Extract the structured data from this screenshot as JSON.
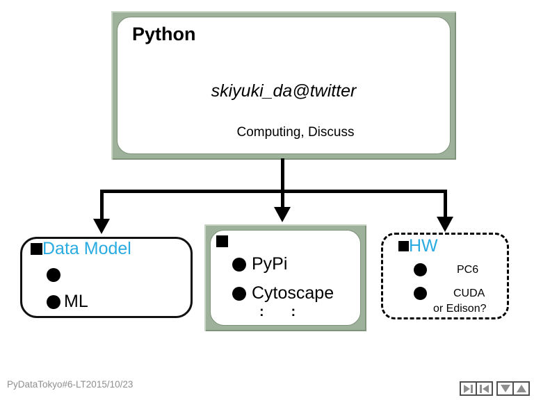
{
  "slide": {
    "root_node": {
      "title": "Python",
      "handle": "skiyuki_da@twitter",
      "subtitle": "Computing, Discuss"
    },
    "left_node": {
      "title": "Data Model",
      "bullet1": "",
      "bullet2": "ML"
    },
    "middle_node": {
      "bullet1": "PyPi",
      "bullet2": "Cytoscape",
      "ellipsis": ":       :"
    },
    "right_node": {
      "title": "HW",
      "bullet1": "PC6",
      "bullet2": "CUDA",
      "bullet2_line2": "or Edison?"
    },
    "footer": "PyDataTokyo#6-LT2015/10/23",
    "colors": {
      "accent_blue": "#29ABE2",
      "box_green": "#9DB19B",
      "connector_black": "#000000",
      "footer_gray": "#8F8F8F"
    },
    "nav": {
      "next_icon": "next-slide-icon",
      "prev_icon": "previous-slide-icon",
      "down_icon": "arrow-down-icon",
      "up_icon": "arrow-up-icon"
    }
  }
}
